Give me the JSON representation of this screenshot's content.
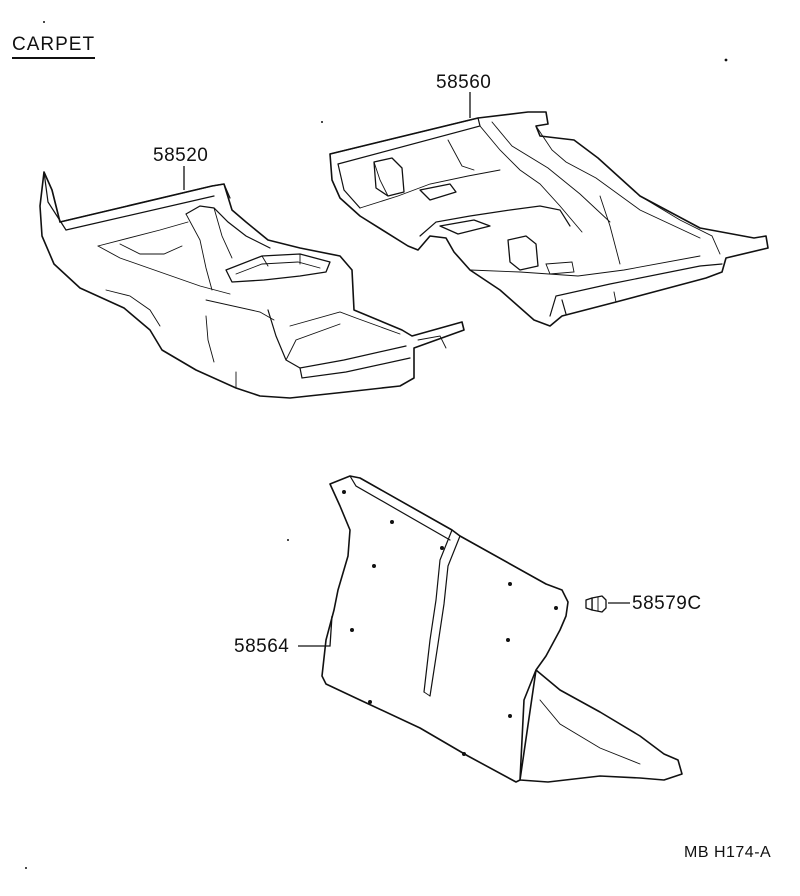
{
  "title": "CARPET",
  "footer": {
    "code": "MB  H174-A"
  },
  "parts": {
    "front_carpet": "58520",
    "rear_carpet": "58560",
    "side_panel": "58564",
    "clip": "58579C"
  }
}
